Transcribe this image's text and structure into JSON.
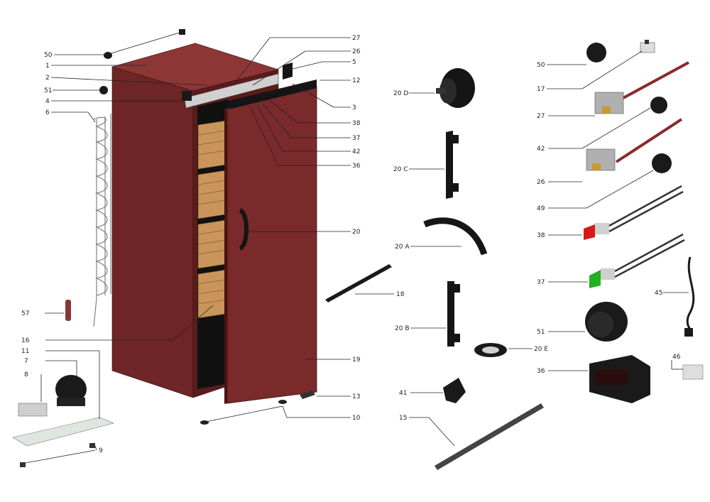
{
  "labels": {
    "c50": "50",
    "c1": "1",
    "c2": "2",
    "c51": "51",
    "c4": "4",
    "c6": "6",
    "c27": "27",
    "c26": "26",
    "c5": "5",
    "c12": "12",
    "c3": "3",
    "c38": "38",
    "c37": "37",
    "c42": "42",
    "c36": "36",
    "c20": "20",
    "c57": "57",
    "c16": "16",
    "c11": "11",
    "c7": "7",
    "c8": "8",
    "c9": "9",
    "c13": "13",
    "c10": "10",
    "c19": "19",
    "c18": "18",
    "m20d": "20 D",
    "m20c": "20 C",
    "m20a": "20 A",
    "m20b": "20 B",
    "m20e": "20 E",
    "m41": "41",
    "m15": "15",
    "r50": "50",
    "r17": "17",
    "r27": "27",
    "r42": "42",
    "r26": "26",
    "r49": "49",
    "r38": "38",
    "r37": "37",
    "r45": "45",
    "r51": "51",
    "r36": "36",
    "r46": "46"
  },
  "colors": {
    "cabinet": "#7a2a2a",
    "cabinet_dark": "#5a1c1c",
    "cabinet_light": "#8d3636",
    "shelf": "#c9955a",
    "metal": "#c8c8c8",
    "black_part": "#1a1a1a",
    "red_lamp": "#d81818",
    "green_lamp": "#22b022"
  }
}
